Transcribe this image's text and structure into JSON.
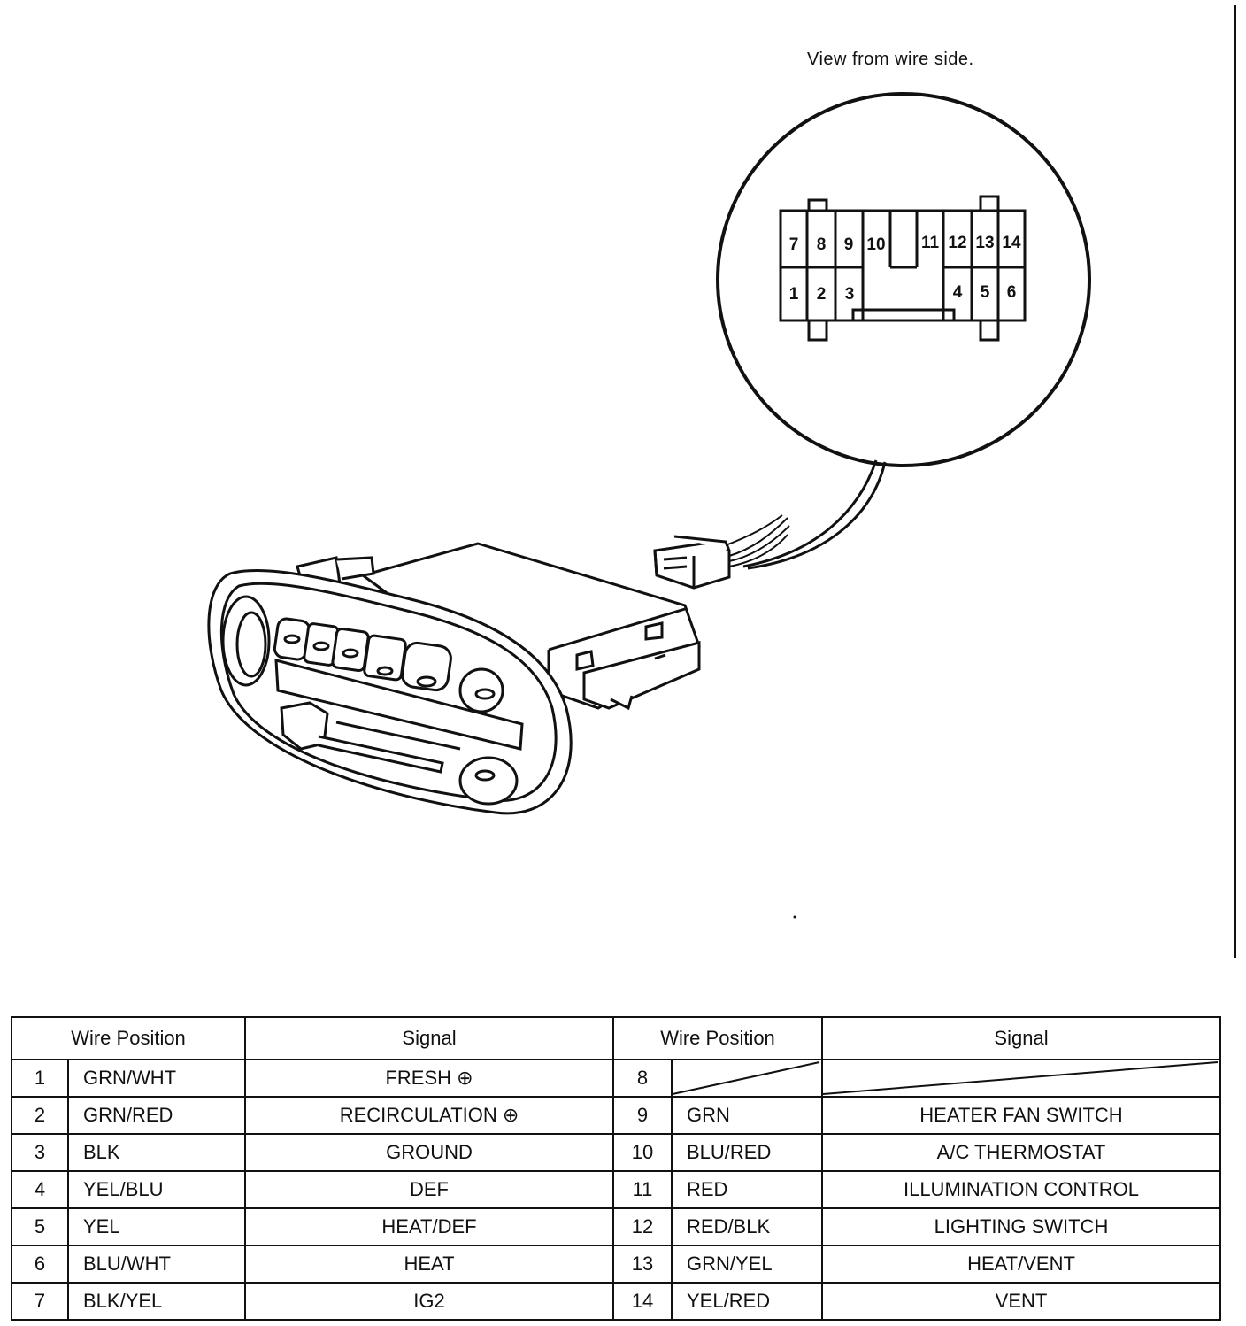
{
  "caption": "View from wire side.",
  "connector_pins": {
    "top_row": [
      "7",
      "8",
      "9",
      "10",
      "11",
      "12",
      "13",
      "14"
    ],
    "bottom_row": [
      "1",
      "2",
      "3",
      "4",
      "5",
      "6"
    ]
  },
  "table": {
    "headers": [
      "Wire Position",
      "Signal",
      "Wire Position",
      "Signal"
    ],
    "left_rows": [
      {
        "pos": "1",
        "color": "GRN/WHT",
        "signal": "FRESH ⊕"
      },
      {
        "pos": "2",
        "color": "GRN/RED",
        "signal": "RECIRCULATION ⊕"
      },
      {
        "pos": "3",
        "color": "BLK",
        "signal": "GROUND"
      },
      {
        "pos": "4",
        "color": "YEL/BLU",
        "signal": "DEF"
      },
      {
        "pos": "5",
        "color": "YEL",
        "signal": "HEAT/DEF"
      },
      {
        "pos": "6",
        "color": "BLU/WHT",
        "signal": "HEAT"
      },
      {
        "pos": "7",
        "color": "BLK/YEL",
        "signal": "IG2"
      }
    ],
    "right_rows": [
      {
        "pos": "8",
        "color": "",
        "signal": ""
      },
      {
        "pos": "9",
        "color": "GRN",
        "signal": "HEATER FAN SWITCH"
      },
      {
        "pos": "10",
        "color": "BLU/RED",
        "signal": "A/C THERMOSTAT"
      },
      {
        "pos": "11",
        "color": "RED",
        "signal": "ILLUMINATION CONTROL"
      },
      {
        "pos": "12",
        "color": "RED/BLK",
        "signal": "LIGHTING SWITCH"
      },
      {
        "pos": "13",
        "color": "GRN/YEL",
        "signal": "HEAT/VENT"
      },
      {
        "pos": "14",
        "color": "YEL/RED",
        "signal": "VENT"
      }
    ]
  }
}
